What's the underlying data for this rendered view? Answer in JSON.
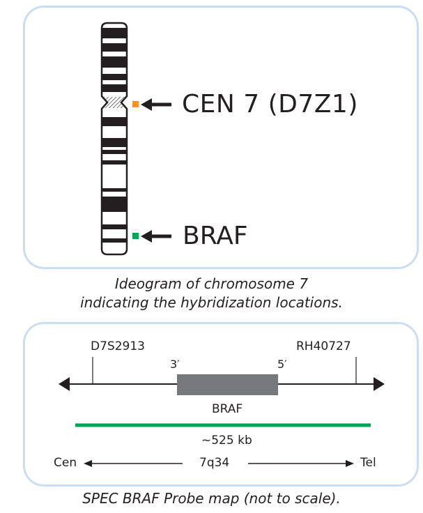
{
  "ideogram": {
    "probes": [
      {
        "label": "CEN 7 (D7Z1)",
        "color": "#f7941d"
      },
      {
        "label": "BRAF",
        "color": "#00a651"
      }
    ],
    "caption_line1": "Ideogram of chromosome 7",
    "caption_line2": "indicating the hybridization locations."
  },
  "probe_map": {
    "marker_left": "D7S2913",
    "marker_right": "RH40727",
    "end_3": "3′",
    "end_5": "5′",
    "gene": "BRAF",
    "probe_size": "~525 kb",
    "probe_color": "#00a651",
    "gene_color": "#77787b",
    "cen": "Cen",
    "band": "7q34",
    "tel": "Tel",
    "caption": "SPEC BRAF Probe map (not to scale)."
  }
}
